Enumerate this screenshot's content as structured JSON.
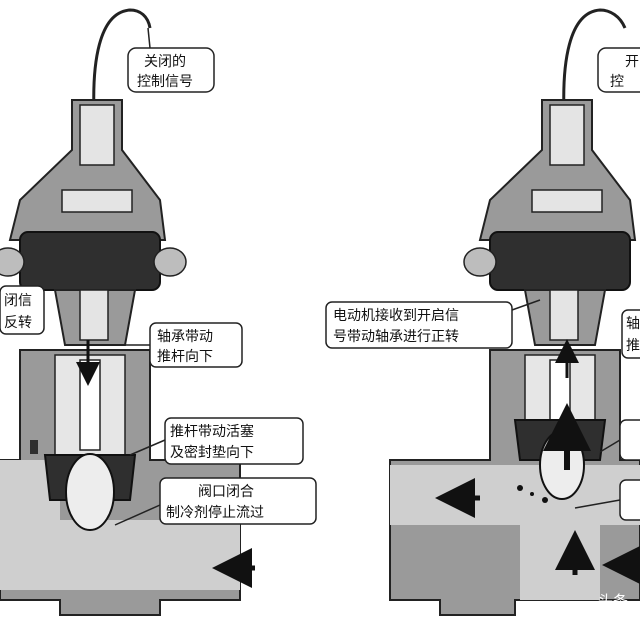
{
  "left_panel": {
    "labels": {
      "signal_line1": "关闭的",
      "signal_line2": "控制信号",
      "motor_line1": "闭信",
      "motor_line2": "反转",
      "bearing_line1": "轴承带动",
      "bearing_line2": "推杆向下",
      "rod_line1": "推杆带动活塞",
      "rod_line2": "及密封垫向下",
      "port_line1": "阀口闭合",
      "port_line2": "制冷剂停止流过"
    }
  },
  "right_panel": {
    "labels": {
      "signal_line1": "开",
      "signal_line2": "控",
      "motor_line1": "电动机接收到开启信",
      "motor_line2": "号带动轴承进行正转",
      "bearing_line1": "轴",
      "bearing_line2": "推"
    }
  },
  "watermark": "头条",
  "colors": {
    "body_gray": "#9a9a9a",
    "dark_part": "#2f2f2f",
    "fluid_gray": "#cfcfcf",
    "background": "#ffffff"
  }
}
